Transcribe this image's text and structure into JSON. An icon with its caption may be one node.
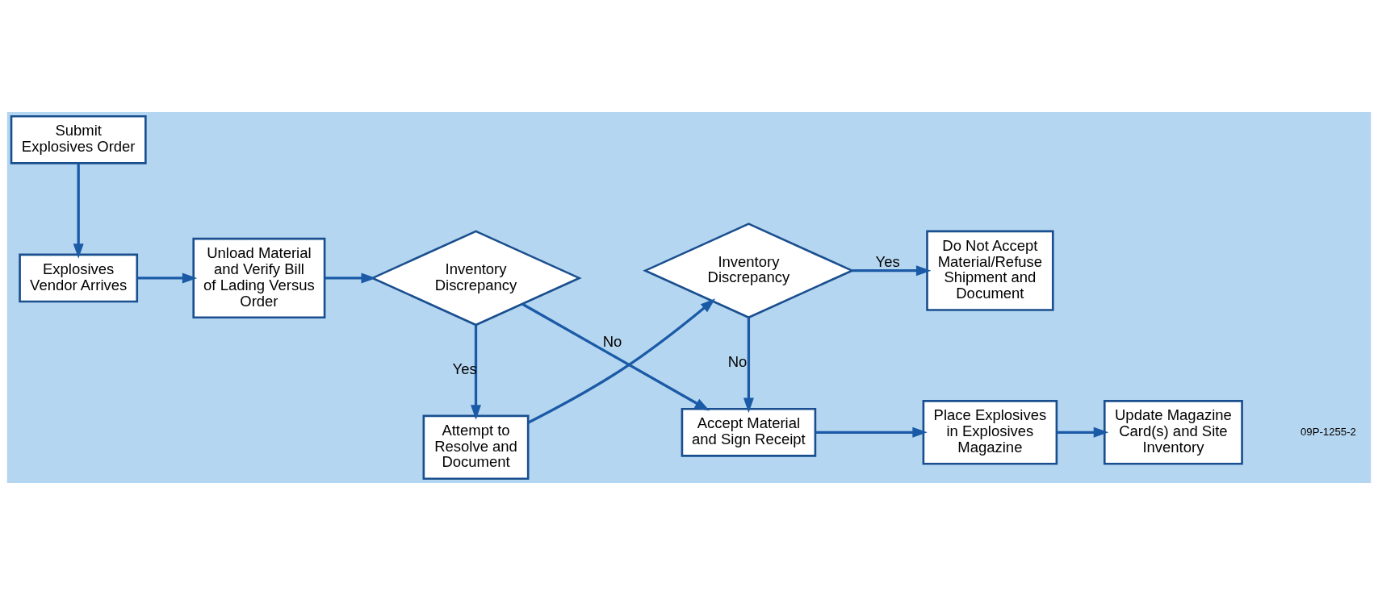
{
  "diagram": {
    "nodes": [
      {
        "text": [
          "Submit Explosives Order"
        ]
      },
      {
        "text": [
          "Explosives Vendor Arrives"
        ]
      },
      {
        "text": [
          "Unload Material and Verify Bill of Lading Versus Order"
        ]
      },
      {
        "text": [
          "Inventory Discrepancy"
        ]
      },
      {
        "text": [
          "Attempt to Resolve and Document"
        ]
      },
      {
        "text": [
          "Inventory Discrepancy"
        ]
      },
      {
        "text": [
          "Do Not Accept Material/Refuse Shipment and Document"
        ]
      },
      {
        "text": [
          "Accept Material and Sign Receipt"
        ]
      },
      {
        "text": [
          "Place Explosives in Explosives Magazine"
        ]
      },
      {
        "text": [
          "Update Magazine Card(s) and Site Inventory"
        ]
      }
    ],
    "edges": [
      {
        "from": 0,
        "to": 1,
        "arrow": "to"
      },
      {
        "from": 1,
        "to": 2,
        "arrow": "to"
      },
      {
        "from": 2,
        "to": 3,
        "arrow": "to"
      },
      {
        "from": 3,
        "to": 4,
        "arrow": "to",
        "label": "Yes"
      },
      {
        "from": 3,
        "to": 7,
        "arrow": "to",
        "label": "No"
      },
      {
        "from": 4,
        "to": 5,
        "arrow": "to"
      },
      {
        "from": 5,
        "to": 6,
        "arrow": "to",
        "label": "Yes"
      },
      {
        "from": 5,
        "to": 7,
        "arrow": "to",
        "label": "No"
      },
      {
        "from": 7,
        "to": 8,
        "arrow": "to"
      },
      {
        "from": 8,
        "to": 9,
        "arrow": "to"
      }
    ],
    "labels": [
      "09P-1255-2"
    ]
  }
}
